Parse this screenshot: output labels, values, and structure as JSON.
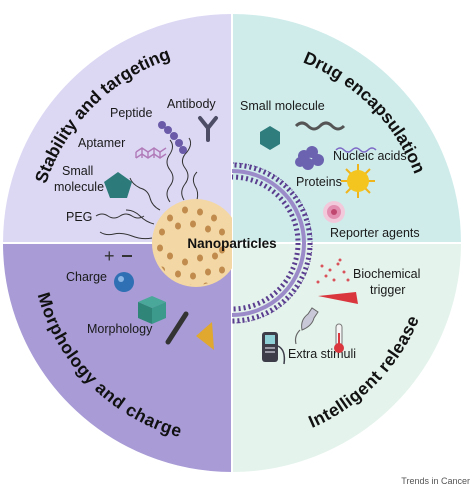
{
  "diagram": {
    "center_label": "Nanoparticles",
    "credit": "Trends in Cancer",
    "quadrants": {
      "top_left": {
        "title": "Stability and targeting",
        "color": "#dcd8f4",
        "items": {
          "peptide": "Peptide",
          "antibody": "Antibody",
          "aptamer": "Aptamer",
          "small_molecule_line1": "Small",
          "small_molecule_line2": "molecule",
          "peg": "PEG"
        }
      },
      "top_right": {
        "title": "Drug encapsulation",
        "color": "#cfeceb",
        "items": {
          "small_molecule": "Small molecule",
          "nucleic_acids": "Nucleic acids",
          "proteins": "Proteins",
          "reporter_agents": "Reporter agents"
        }
      },
      "bottom_left": {
        "title": "Morphology and charge",
        "color": "#a89bd6",
        "items": {
          "charge": "Charge",
          "morphology": "Morphology"
        }
      },
      "bottom_right": {
        "title": "Intelligent release",
        "color": "#e4f3ec",
        "items": {
          "biochemical_trigger_line1": "Biochemical",
          "biochemical_trigger_line2": "trigger",
          "extra_stimuli": "Extra stimuli"
        }
      }
    },
    "icons": [
      "peptide-chain-icon",
      "antibody-icon",
      "aptamer-icon",
      "pentagon-icon",
      "peg-chain-icon",
      "hexagon-icon",
      "nucleic-acid-wave-icon",
      "protein-cluster-icon",
      "sun-icon",
      "reporter-target-icon",
      "charge-sphere-icon",
      "cube-icon",
      "rod-icon",
      "triangle-icon",
      "lipid-bilayer-icon",
      "particle-spray-icon",
      "ultrasound-probe-icon",
      "thermometer-icon",
      "handheld-device-icon"
    ]
  }
}
